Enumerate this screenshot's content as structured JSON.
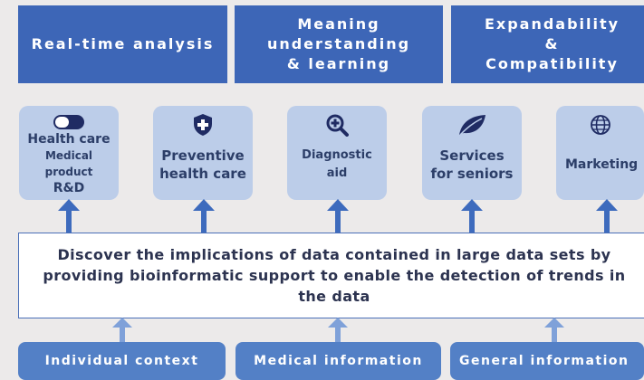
{
  "top_boxes": [
    {
      "label": "Real-time analysis"
    },
    {
      "label": "Meaning\nunderstanding\n& learning"
    },
    {
      "label": "Expandability\n&\nCompatibility"
    }
  ],
  "cards": [
    {
      "icon": "pill-icon",
      "lines": [
        "Health care",
        "Medical product",
        "R&D"
      ]
    },
    {
      "icon": "medical-cross-shield-icon",
      "label": "Preventive\nhealth care"
    },
    {
      "icon": "magnifier-plus-icon",
      "label": "Diagnostic aid"
    },
    {
      "icon": "leaf-icon",
      "label": "Services\nfor seniors"
    },
    {
      "icon": "globe-icon",
      "label": "Marketing"
    }
  ],
  "center_text": "Discover the implications of data contained in large data sets by providing bioinformatic support to enable the detection of trends in the data",
  "bottom_boxes": [
    {
      "label": "Individual context"
    },
    {
      "label": "Medical information"
    },
    {
      "label": "General information"
    }
  ],
  "colors": {
    "top_box": "#3d66b7",
    "card": "#bccde9",
    "arrow": "#3e6bbd",
    "bottom_box": "#5380c6",
    "background": "#eceaea"
  }
}
